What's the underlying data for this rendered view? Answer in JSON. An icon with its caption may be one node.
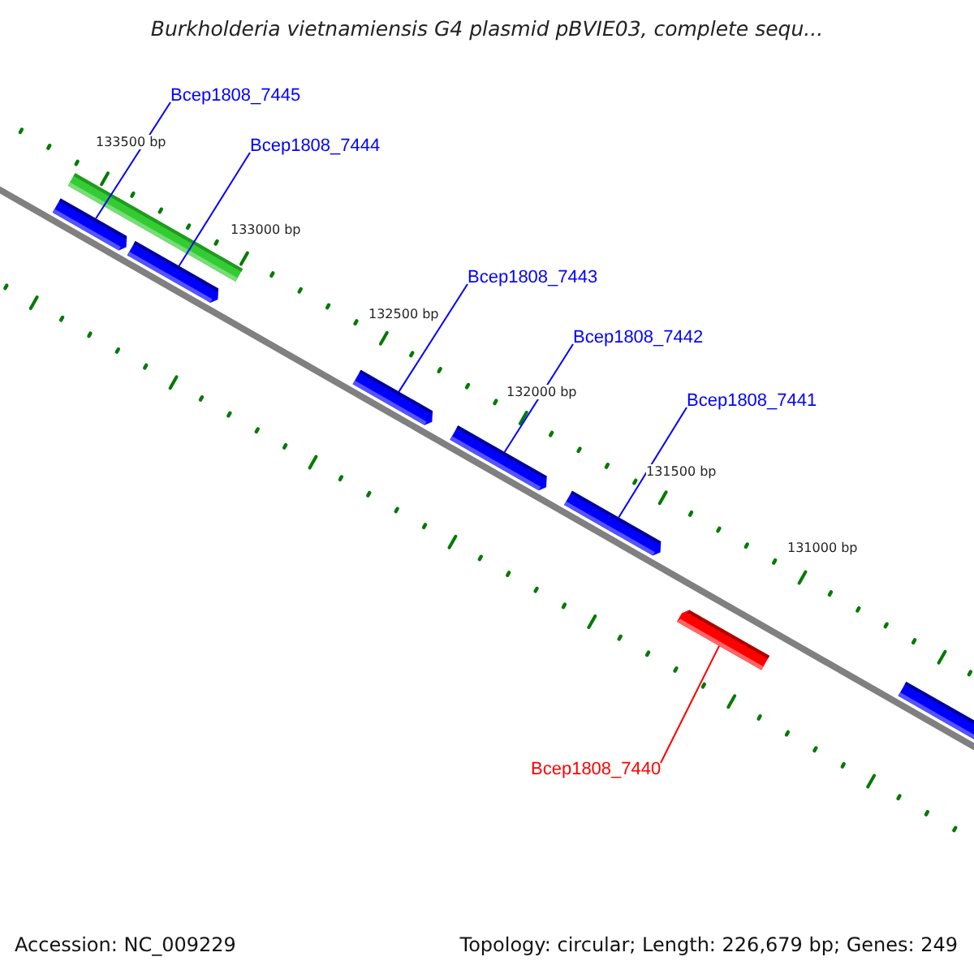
{
  "diagram": {
    "title": "Burkholderia vietnamiensis G4 plasmid pBVIE03, complete sequ...",
    "nodes": [
      {
        "text": [
          "Bcep1808_7445"
        ]
      },
      {
        "text": [
          "Bcep1808_7444"
        ]
      },
      {
        "text": [],
        "shape": "bar"
      },
      {
        "text": [],
        "shape": "bar"
      },
      {
        "text": [],
        "shape": "bar"
      },
      {
        "text": [
          "Bcep1808_7443"
        ]
      },
      {
        "text": [
          "Bcep1808_7442"
        ]
      },
      {
        "text": [
          "Bcep1808_7441"
        ]
      },
      {
        "text": [],
        "shape": "bar"
      },
      {
        "text": [],
        "shape": "bar"
      },
      {
        "text": [],
        "shape": "bar"
      },
      {
        "text": [],
        "shape": "bar"
      },
      {
        "text": [],
        "shape": "bar"
      },
      {
        "text": [
          "Bcep1808_7440"
        ]
      }
    ],
    "edges": [
      {
        "from": 0,
        "to": 3,
        "arrow": "none"
      },
      {
        "from": 1,
        "to": 4,
        "arrow": "none"
      },
      {
        "from": 5,
        "to": 8,
        "arrow": "none"
      },
      {
        "from": 6,
        "to": 9,
        "arrow": "none"
      },
      {
        "from": 7,
        "to": 10,
        "arrow": "none"
      },
      {
        "from": 13,
        "to": 11,
        "arrow": "none",
        "color": "#ff0000"
      }
    ],
    "labels": [
      "133500 bp",
      "133000 bp",
      "132500 bp",
      "132000 bp",
      "131500 bp",
      "131000 bp",
      "Accession: NC_009229",
      "Topology: circular; Length: 226,679 bp; Genes: 249"
    ]
  }
}
